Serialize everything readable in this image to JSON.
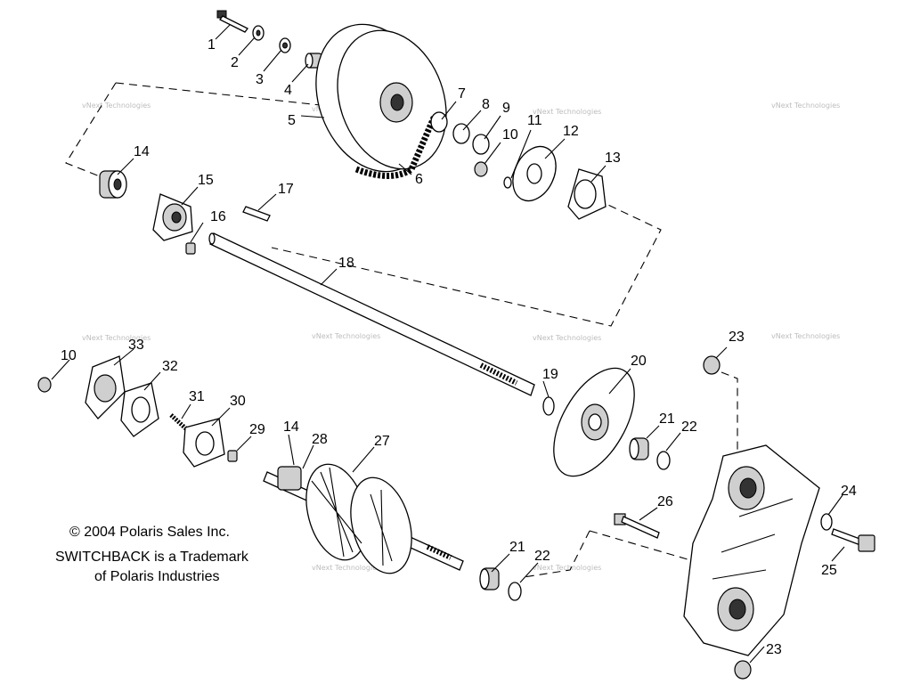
{
  "copyright": [
    "© 2004 Polaris Sales Inc.",
    "SWITCHBACK is a Trademark",
    "of Polaris Industries"
  ],
  "watermark": "vNext Technologies",
  "callouts": [
    "1",
    "2",
    "3",
    "4",
    "5",
    "6",
    "7",
    "8",
    "9",
    "10",
    "11",
    "12",
    "13",
    "14",
    "15",
    "16",
    "17",
    "18",
    "19",
    "20",
    "21",
    "22",
    "23",
    "24",
    "25",
    "26",
    "27",
    "28",
    "29",
    "30",
    "31",
    "32",
    "33",
    "10",
    "14",
    "21",
    "22",
    "23"
  ]
}
